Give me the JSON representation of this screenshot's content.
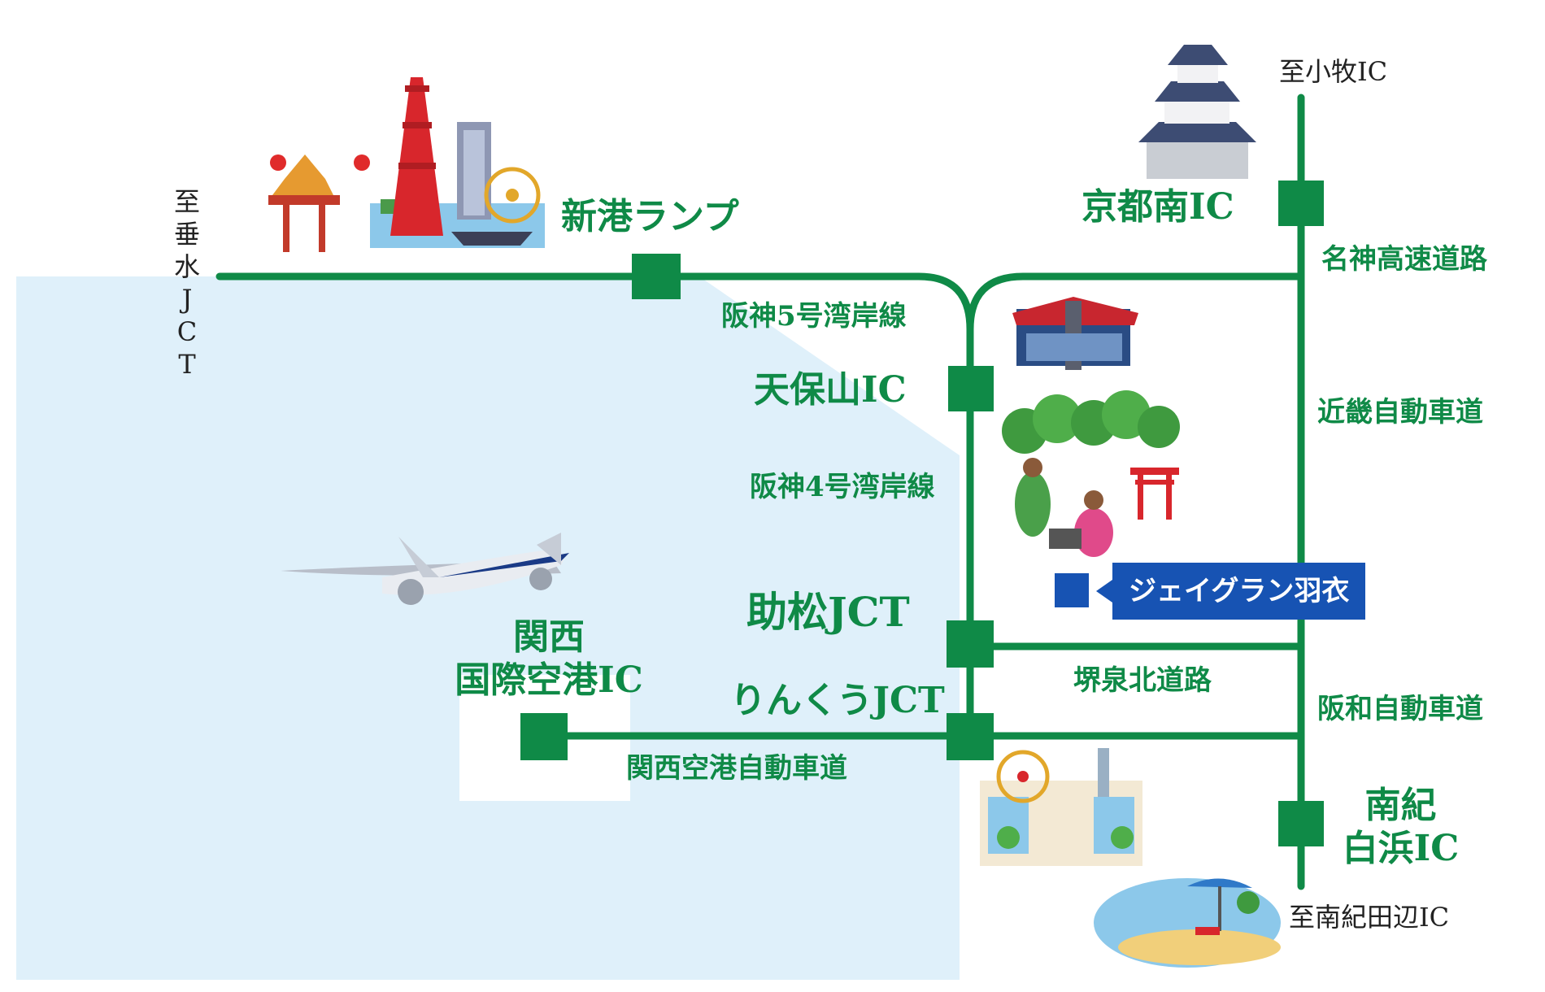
{
  "colors": {
    "road": "#0f8a47",
    "sea": "#dff0fa",
    "pin": "#1753b3",
    "text_dark": "#222222"
  },
  "routes": {
    "hanshin5": "阪神5号湾岸線",
    "hanshin4": "阪神4号湾岸線",
    "meishin": "名神高速道路",
    "kinki": "近畿自動車道",
    "sakaisenboku": "堺泉北道路",
    "hanwa": "阪和自動車道",
    "kanku": "関西空港自動車道"
  },
  "interchanges": {
    "shinko": "新港ランプ",
    "kyotominami": "京都南IC",
    "tempozan": "天保山IC",
    "sukematsu": "助松JCT",
    "rinku": "りんくうJCT",
    "kix_line1": "関西",
    "kix_line2": "国際空港IC",
    "nanki_line1": "南紀",
    "nanki_line2": "白浜IC"
  },
  "destinations": {
    "komaki": "至小牧IC",
    "tanabe": "至南紀田辺IC",
    "tarumi": [
      "至",
      "垂",
      "水",
      "J",
      "C",
      "T"
    ]
  },
  "pin": {
    "label": "ジェイグラン羽衣"
  },
  "illustrations": [
    "kobe-port-icon",
    "castle-icon",
    "aquarium-icon",
    "park-shrine-icon",
    "airplane-icon",
    "rinku-outlet-icon",
    "beach-icon"
  ]
}
